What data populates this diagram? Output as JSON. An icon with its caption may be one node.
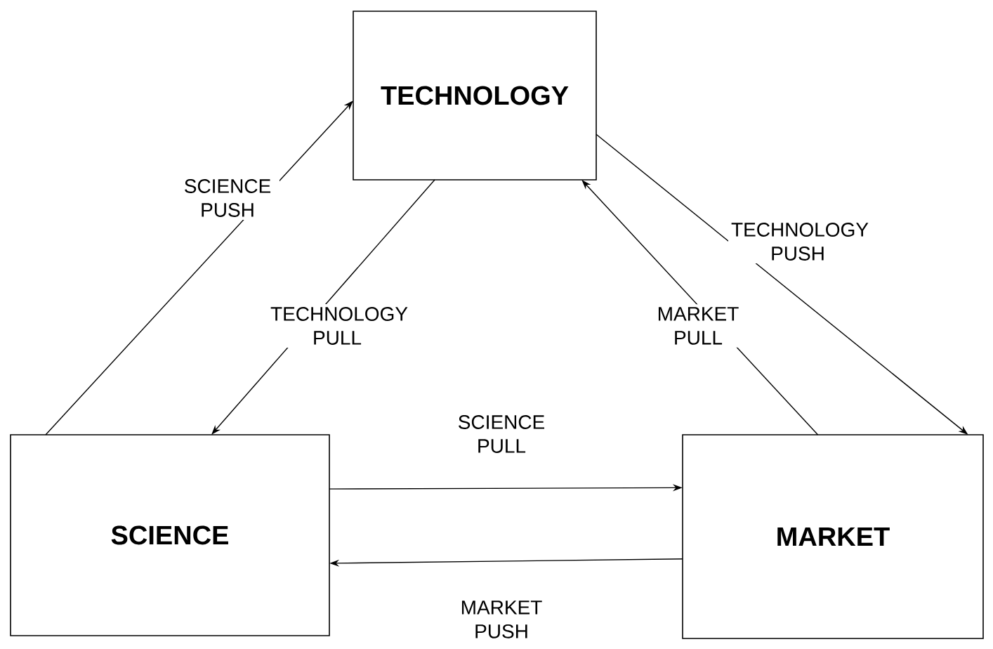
{
  "diagram": {
    "nodes": [
      {
        "text": [
          "TECHNOLOGY"
        ]
      },
      {
        "text": [
          "SCIENCE"
        ]
      },
      {
        "text": [
          "MARKET"
        ]
      }
    ],
    "edges": [
      {
        "from": 1,
        "to": 0,
        "arrow": "to",
        "label": "SCIENCE PUSH"
      },
      {
        "from": 0,
        "to": 1,
        "arrow": "to",
        "label": "TECHNOLOGY PULL"
      },
      {
        "from": 2,
        "to": 0,
        "arrow": "to",
        "label": "MARKET PULL"
      },
      {
        "from": 0,
        "to": 2,
        "arrow": "to",
        "label": "TECHNOLOGY PUSH"
      },
      {
        "from": 1,
        "to": 2,
        "arrow": "to",
        "label": "SCIENCE PULL"
      },
      {
        "from": 2,
        "to": 1,
        "arrow": "to",
        "label": "MARKET PUSH"
      }
    ]
  }
}
